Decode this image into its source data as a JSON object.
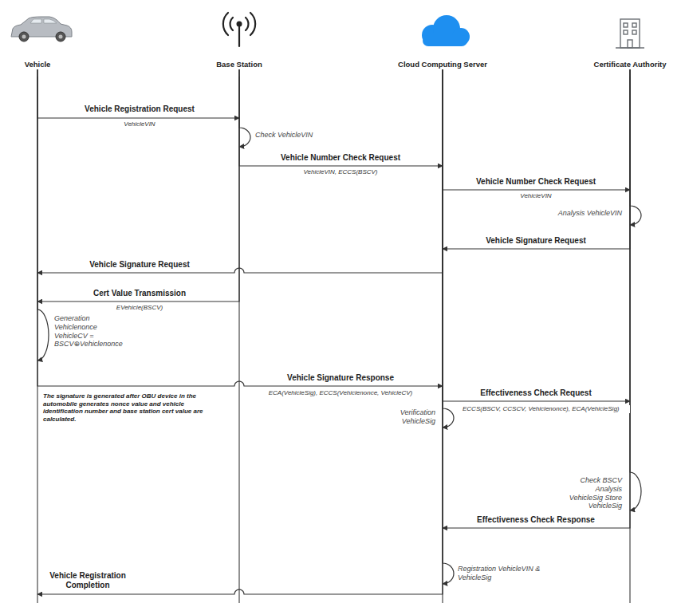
{
  "diagram": {
    "nodes": [
      {
        "text": [
          "Vehicle"
        ]
      },
      {
        "text": [
          "Base Station"
        ]
      },
      {
        "text": [
          "Cloud Computing Server"
        ]
      },
      {
        "text": [
          "Certificate Authority"
        ]
      }
    ],
    "edges": [
      {
        "from": 0,
        "to": 1,
        "arrow": "to",
        "label": "Vehicle Registration Request"
      },
      {
        "from": 1,
        "to": 1,
        "arrow": "to",
        "label": "Check VehicleVIN"
      },
      {
        "from": 1,
        "to": 2,
        "arrow": "to",
        "label": "Vehicle Number Check Request"
      },
      {
        "from": 2,
        "to": 3,
        "arrow": "to",
        "label": "Vehicle Number Check Request"
      },
      {
        "from": 3,
        "to": 3,
        "arrow": "to",
        "label": "Analysis VehicleVIN"
      },
      {
        "from": 3,
        "to": 2,
        "arrow": "to",
        "label": "Vehicle Signature Request"
      },
      {
        "from": 2,
        "to": 0,
        "arrow": "to",
        "label": "Vehicle Signature Request"
      },
      {
        "from": 1,
        "to": 0,
        "arrow": "to",
        "label": "Cert Value Transmission"
      },
      {
        "from": 0,
        "to": 0,
        "arrow": "to",
        "label": "Generation Vehiclenonce VehicleCV = BSCV⊕Vehiclenonce"
      },
      {
        "from": 0,
        "to": 2,
        "arrow": "to",
        "label": "Vehicle Signature Response"
      },
      {
        "from": 2,
        "to": 2,
        "arrow": "to",
        "label": "Verification VehicleSig"
      },
      {
        "from": 2,
        "to": 3,
        "arrow": "to",
        "label": "Effectiveness Check Request"
      },
      {
        "from": 3,
        "to": 3,
        "arrow": "to",
        "label": "Check BSCV Analysis VehicleSig Store VehicleSig"
      },
      {
        "from": 3,
        "to": 2,
        "arrow": "to",
        "label": "Effectiveness Check Response"
      },
      {
        "from": 2,
        "to": 2,
        "arrow": "to",
        "label": "Registration VehicleVIN & VehicleSig"
      },
      {
        "from": 2,
        "to": 0,
        "arrow": "to",
        "label": "Vehicle Registration Completion"
      }
    ],
    "labels": [
      "VehicleVIN",
      "VehicleVIN, ECCS(BSCV)",
      "VehicleVIN",
      "EVehicle(BSCV)",
      "ECA(VehicleSig), ECCS(Vehiclenonce, VehicleCV)",
      "The signature is generated after OBU device in the automobile generates nonce value and vehicle identification number and base station cert value are calculated.",
      "ECCS(BSCV, CCSCV, Vehiclenonce), ECA(VehicleSig)"
    ]
  }
}
